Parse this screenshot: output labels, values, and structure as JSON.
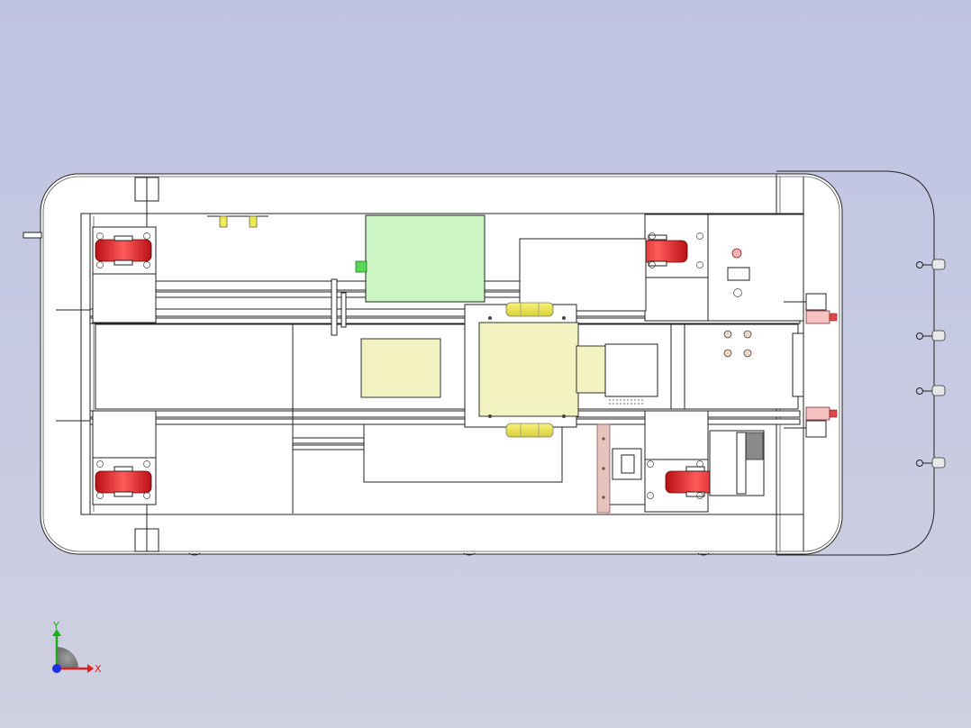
{
  "viewport": {
    "background_top": "#bfc3e3",
    "background_bottom": "#cfd0e0"
  },
  "model": {
    "description": "cad-assembly-top-view",
    "colors": {
      "wheel": "#e8262a",
      "controller_box": "#ccf5c4",
      "center_block": "#f3f3c2",
      "yellow_roller": "#eeea55",
      "pink_plate": "#e8c3bd",
      "red_connector": "#f4c0c0",
      "gray_block": "#8a8a8a"
    }
  },
  "triad": {
    "x_label": "X",
    "y_label": "Y",
    "x_color": "#e02020",
    "y_color": "#18b018",
    "z_color": "#2030e0"
  }
}
